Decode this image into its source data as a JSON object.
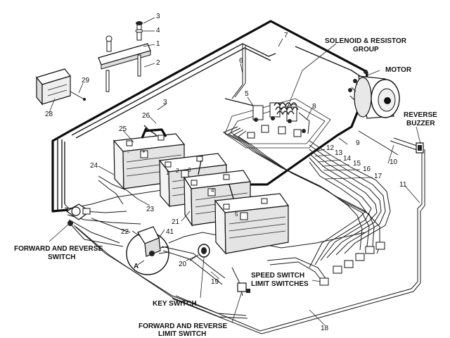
{
  "labels": {
    "solenoid_resistor": "SOLENOID & RESISTOR",
    "group": "GROUP",
    "motor": "MOTOR",
    "reverse": "REVERSE",
    "buzzer": "BUZZER",
    "fr_switch_1": "FORWARD AND REVERSE",
    "fr_switch_2": "SWITCH",
    "key_switch": "KEY SWITCH",
    "speed_switch": "SPEED SWITCH",
    "limit_switches": "LIMIT SWITCHES",
    "fr_limit_1": "FORWARD AND REVERSE",
    "fr_limit_2": "LIMIT SWITCH",
    "a": "A"
  },
  "callouts": {
    "n1": "1",
    "n2": "2",
    "n3a": "3",
    "n3b": "3",
    "n4": "4",
    "n5": "5",
    "n6": "6",
    "n7": "7",
    "n8": "8",
    "n9": "9",
    "n10": "10",
    "n11": "11",
    "n12": "12",
    "n13": "13",
    "n14": "14",
    "n15": "15",
    "n16": "16",
    "n17": "17",
    "n18": "18",
    "n19": "19",
    "n20": "20",
    "n21": "21",
    "n22": "22",
    "n23": "23",
    "n24": "24",
    "n25": "25",
    "n26": "26",
    "n28": "28",
    "n29": "29",
    "n41": "41"
  },
  "terminal_marks": {
    "b1_neg": "-",
    "b1_pos": "+",
    "b2_1": "1",
    "b2_2": "2",
    "b3_3": "3",
    "b4_4": "4",
    "b5_5": "5"
  }
}
